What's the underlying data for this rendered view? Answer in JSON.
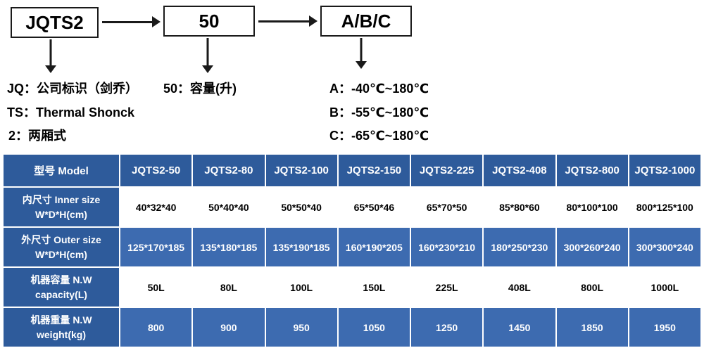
{
  "diagram": {
    "boxes": [
      {
        "label": "JQTS2"
      },
      {
        "label": "50"
      },
      {
        "label": "A/B/C"
      }
    ],
    "left_notes": [
      "JQ：公司标识（剑乔）",
      "TS：Thermal Shonck",
      "2：两厢式"
    ],
    "mid_notes": [
      "50：容量(升)"
    ],
    "right_notes": [
      "A：-40℃~180℃",
      "B：-55℃~180℃",
      "C：-65℃~180℃"
    ]
  },
  "table": {
    "header": [
      "型号 Model",
      "JQTS2-50",
      "JQTS2-80",
      "JQTS2-100",
      "JQTS2-150",
      "JQTS2-225",
      "JQTS2-408",
      "JQTS2-800",
      "JQTS2-1000"
    ],
    "rows": [
      {
        "label": "内尺寸 Inner size\nW*D*H(cm)",
        "values": [
          "40*32*40",
          "50*40*40",
          "50*50*40",
          "65*50*46",
          "65*70*50",
          "85*80*60",
          "80*100*100",
          "800*125*100"
        ]
      },
      {
        "label": "外尺寸 Outer size\nW*D*H(cm)",
        "values": [
          "125*170*185",
          "135*180*185",
          "135*190*185",
          "160*190*205",
          "160*230*210",
          "180*250*230",
          "300*260*240",
          "300*300*240"
        ]
      },
      {
        "label": "机器容量 N.W\ncapacity(L)",
        "values": [
          "50L",
          "80L",
          "100L",
          "150L",
          "225L",
          "408L",
          "800L",
          "1000L"
        ]
      },
      {
        "label": "机器重量 N.W\nweight(kg)",
        "values": [
          "800",
          "900",
          "950",
          "1050",
          "1250",
          "1450",
          "1850",
          "1950"
        ]
      }
    ]
  },
  "colors": {
    "header_blue": "#2e5b9b",
    "row_blue": "#3d6bb0",
    "grid_white": "#ffffff"
  }
}
